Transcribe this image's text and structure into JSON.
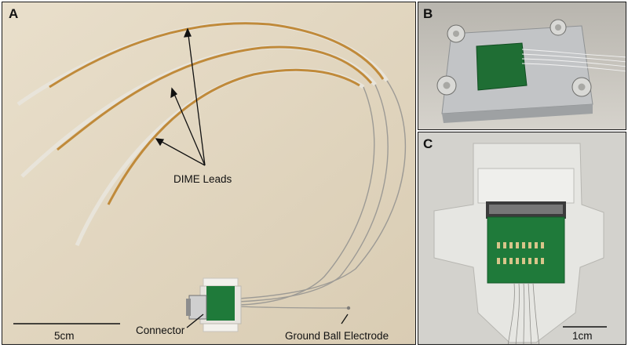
{
  "panels": {
    "a": {
      "letter": "A",
      "annotation_dime": "DIME Leads",
      "annotation_connector": "Connector",
      "annotation_ground": "Ground Ball Electrode",
      "scale_label": "5cm",
      "background": "#e3d7c0"
    },
    "b": {
      "letter": "B",
      "background": "#c9c6bf"
    },
    "c": {
      "letter": "C",
      "scale_label": "1cm",
      "background": "#d4d3ce"
    }
  },
  "colors": {
    "lead_amber": "#c08a3a",
    "pcb_green": "#1f7a3a",
    "border": "#1a1a1a"
  }
}
